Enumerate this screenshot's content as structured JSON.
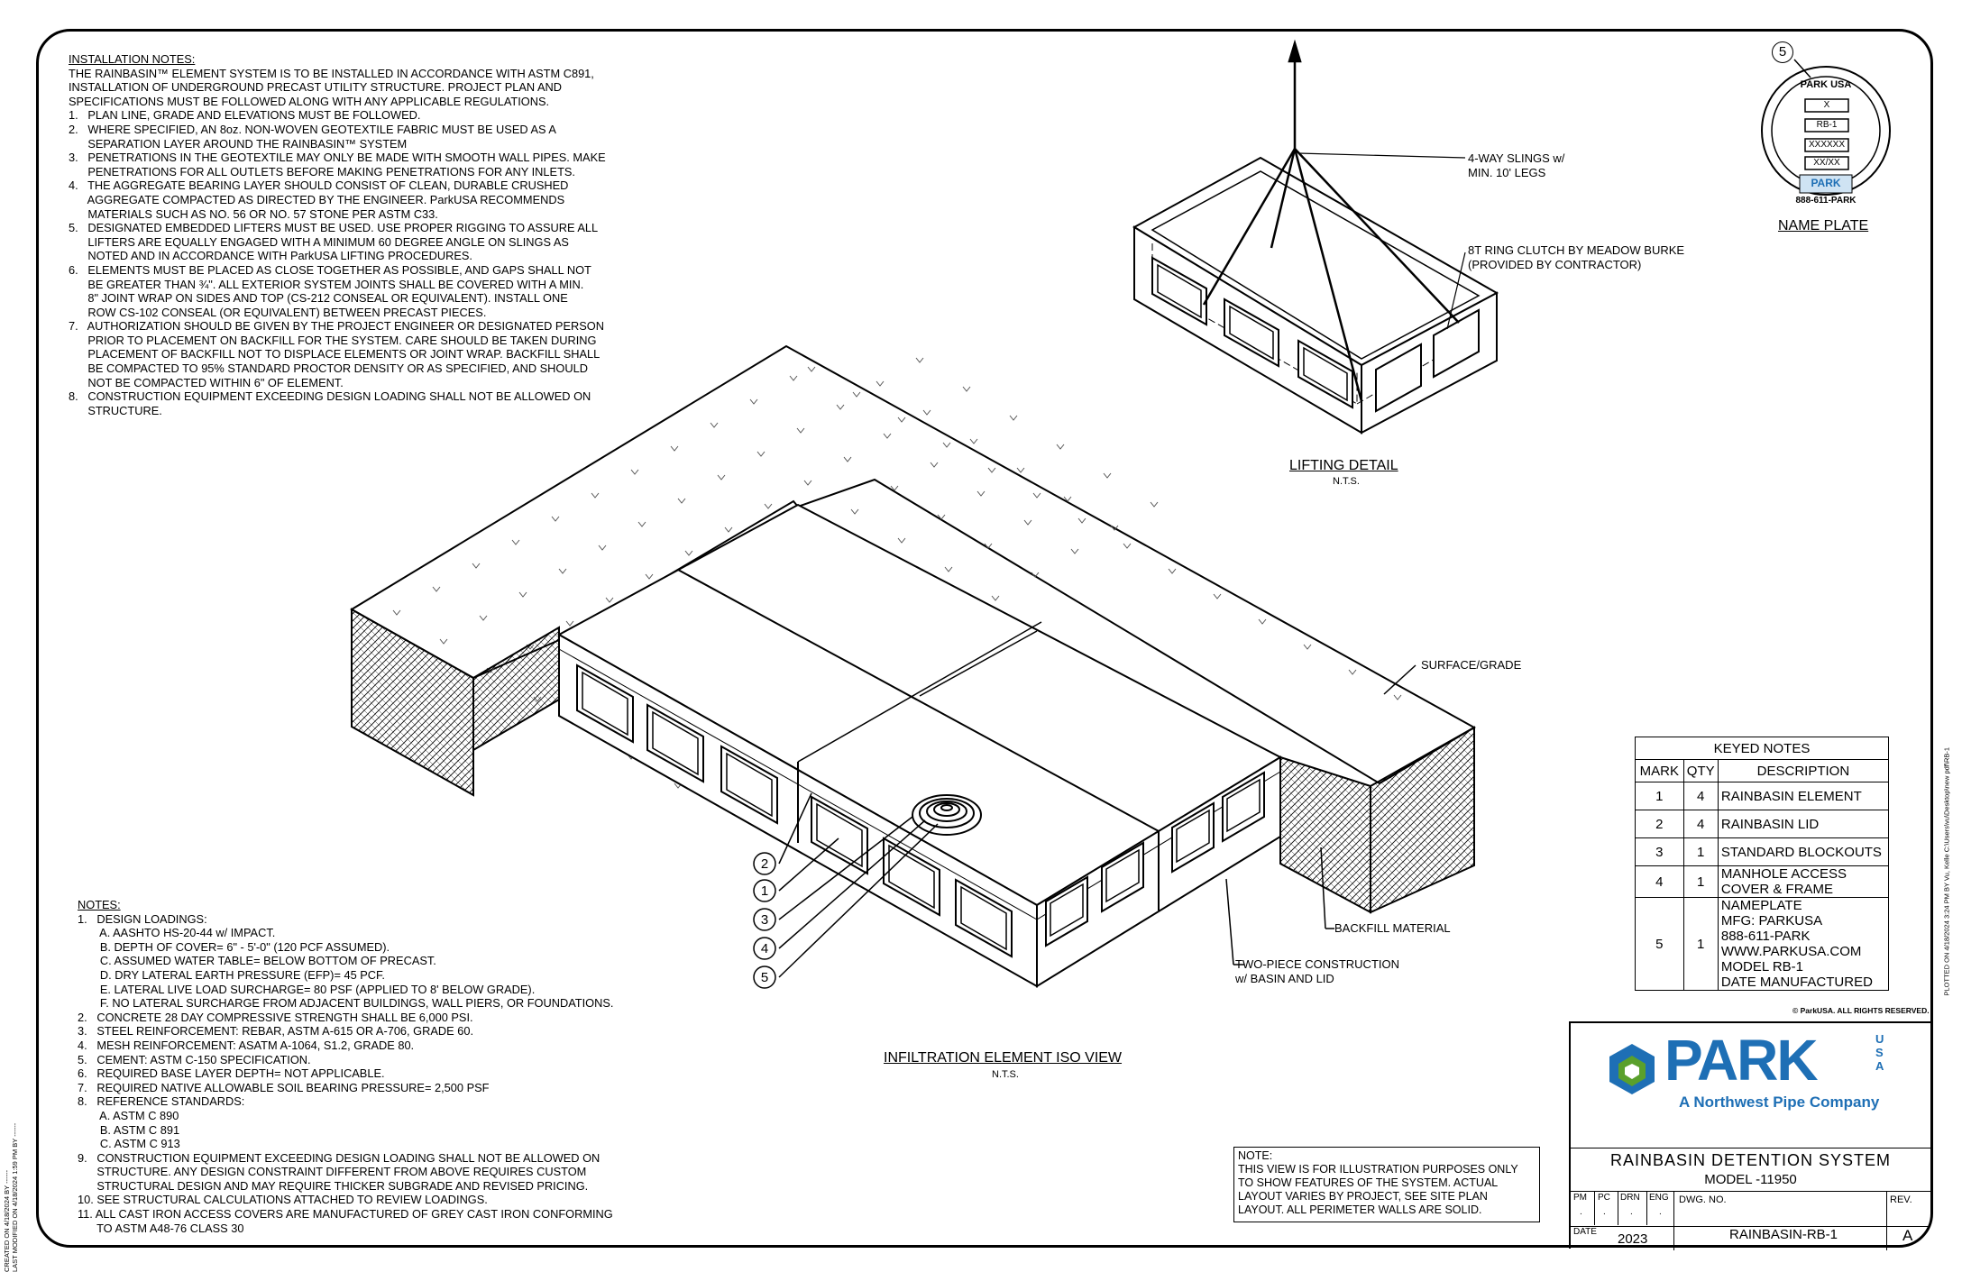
{
  "installation_notes": {
    "heading": "INSTALLATION NOTES:",
    "lines": [
      "THE RAINBASIN™ ELEMENT SYSTEM IS TO BE INSTALLED IN ACCORDANCE WITH ASTM C891,",
      "INSTALLATION OF UNDERGROUND PRECAST UTILITY STRUCTURE. PROJECT PLAN AND",
      "SPECIFICATIONS MUST BE FOLLOWED ALONG WITH ANY APPLICABLE REGULATIONS.",
      "1.   PLAN LINE, GRADE AND ELEVATIONS MUST BE FOLLOWED.",
      "2.   WHERE SPECIFIED, AN 8oz. NON-WOVEN GEOTEXTILE FABRIC MUST BE USED AS A",
      "      SEPARATION LAYER AROUND THE RAINBASIN™ SYSTEM",
      "3.   PENETRATIONS IN THE GEOTEXTILE MAY ONLY BE MADE WITH SMOOTH WALL PIPES. MAKE",
      "      PENETRATIONS FOR ALL OUTLETS BEFORE MAKING PENETRATIONS FOR ANY INLETS.",
      "4.   THE AGGREGATE BEARING LAYER SHOULD CONSIST OF CLEAN, DURABLE CRUSHED",
      "      AGGREGATE COMPACTED AS DIRECTED BY THE ENGINEER. ParkUSA RECOMMENDS",
      "      MATERIALS SUCH AS NO. 56 OR NO. 57 STONE PER ASTM C33.",
      "5.   DESIGNATED EMBEDDED LIFTERS MUST BE USED. USE PROPER RIGGING TO ASSURE ALL",
      "      LIFTERS ARE EQUALLY ENGAGED WITH A MINIMUM 60 DEGREE ANGLE ON SLINGS AS",
      "      NOTED AND IN ACCORDANCE WITH ParkUSA LIFTING PROCEDURES.",
      "6.   ELEMENTS MUST BE PLACED AS CLOSE TOGETHER AS POSSIBLE, AND GAPS SHALL NOT",
      "      BE GREATER THAN ¾\". ALL EXTERIOR SYSTEM JOINTS SHALL BE COVERED WITH A MIN.",
      "      8\" JOINT WRAP ON SIDES AND TOP (CS-212 CONSEAL OR EQUIVALENT). INSTALL ONE",
      "      ROW CS-102 CONSEAL (OR EQUIVALENT) BETWEEN PRECAST PIECES.",
      "7.   AUTHORIZATION SHOULD BE GIVEN BY THE PROJECT ENGINEER OR DESIGNATED PERSON",
      "      PRIOR TO PLACEMENT ON BACKFILL FOR THE SYSTEM. CARE SHOULD BE TAKEN DURING",
      "      PLACEMENT OF BACKFILL NOT TO DISPLACE ELEMENTS OR JOINT WRAP. BACKFILL SHALL",
      "      BE COMPACTED TO 95% STANDARD PROCTOR DENSITY OR AS SPECIFIED, AND SHOULD",
      "      NOT BE COMPACTED WITHIN 6\" OF ELEMENT.",
      "8.   CONSTRUCTION EQUIPMENT EXCEEDING DESIGN LOADING SHALL NOT BE ALLOWED ON",
      "      STRUCTURE."
    ]
  },
  "design_notes": {
    "heading": "NOTES:",
    "lines": [
      "1.   DESIGN LOADINGS:",
      "       A. AASHTO HS-20-44 w/ IMPACT.",
      "       B. DEPTH OF COVER= 6\" - 5'-0\" (120 PCF ASSUMED).",
      "       C. ASSUMED WATER TABLE= BELOW BOTTOM OF PRECAST.",
      "       D. DRY LATERAL EARTH PRESSURE (EFP)= 45 PCF.",
      "       E. LATERAL LIVE LOAD SURCHARGE= 80 PSF (APPLIED TO 8' BELOW GRADE).",
      "       F. NO LATERAL SURCHARGE FROM ADJACENT BUILDINGS, WALL PIERS, OR FOUNDATIONS.",
      "2.   CONCRETE 28 DAY COMPRESSIVE STRENGTH SHALL BE 6,000 PSI.",
      "3.   STEEL REINFORCEMENT: REBAR, ASTM A-615 OR A-706, GRADE 60.",
      "4.   MESH REINFORCEMENT: ASATM A-1064, S1.2, GRADE 80.",
      "5.   CEMENT: ASTM C-150 SPECIFICATION.",
      "6.   REQUIRED BASE LAYER DEPTH= NOT APPLICABLE.",
      "7.   REQUIRED NATIVE ALLOWABLE SOIL BEARING PRESSURE= 2,500 PSF",
      "8.   REFERENCE STANDARDS:",
      "       A. ASTM C 890",
      "       B. ASTM C 891",
      "       C. ASTM C 913",
      "9.   CONSTRUCTION EQUIPMENT EXCEEDING DESIGN LOADING SHALL NOT BE ALLOWED ON",
      "      STRUCTURE. ANY DESIGN CONSTRAINT DIFFERENT FROM ABOVE REQUIRES CUSTOM",
      "      STRUCTURAL DESIGN AND MAY REQUIRE THICKER SUBGRADE AND REVISED PRICING.",
      "10. SEE STRUCTURAL CALCULATIONS ATTACHED TO REVIEW LOADINGS.",
      "11. ALL CAST IRON ACCESS COVERS ARE MANUFACTURED OF GREY CAST IRON CONFORMING",
      "      TO ASTM A48-76 CLASS 30"
    ]
  },
  "lifting_detail": {
    "slings_label": "4-WAY SLINGS w/\nMIN. 10' LEGS",
    "clutch_label": "8T RING CLUTCH BY MEADOW BURKE\n(PROVIDED BY CONTRACTOR)",
    "title": "LIFTING DETAIL",
    "scale": "N.T.S."
  },
  "iso_view": {
    "surface_label": "SURFACE/GRADE",
    "backfill_label": "BACKFILL MATERIAL",
    "two_piece_label": "TWO-PIECE CONSTRUCTION\nw/ BASIN AND LID",
    "title": "INFILTRATION ELEMENT ISO VIEW",
    "scale": "N.T.S.",
    "callouts": [
      "2",
      "1",
      "3",
      "4",
      "5"
    ]
  },
  "name_plate": {
    "callout": "5",
    "brand": "PARK USA",
    "fields": [
      "X",
      "RB-1",
      "XXXXXX",
      "XX/XX"
    ],
    "phone": "888-611-PARK",
    "logo_text": "PARK",
    "title": "NAME PLATE"
  },
  "keyed_notes": {
    "title": "KEYED NOTES",
    "headers": [
      "MARK",
      "QTY",
      "DESCRIPTION"
    ],
    "rows": [
      {
        "mark": "1",
        "qty": "4",
        "desc": "RAINBASIN ELEMENT"
      },
      {
        "mark": "2",
        "qty": "4",
        "desc": "RAINBASIN LID"
      },
      {
        "mark": "3",
        "qty": "1",
        "desc": "STANDARD BLOCKOUTS"
      },
      {
        "mark": "4",
        "qty": "1",
        "desc": "MANHOLE ACCESS\nCOVER & FRAME"
      },
      {
        "mark": "5",
        "qty": "1",
        "desc": "NAMEPLATE\nMFG: PARKUSA\n888-611-PARK\nWWW.PARKUSA.COM\nMODEL RB-1\nDATE MANUFACTURED"
      }
    ]
  },
  "copyright": "© ParkUSA. ALL RIGHTS RESERVED.",
  "illustration_note": "NOTE:\nTHIS VIEW IS FOR ILLUSTRATION PURPOSES ONLY\nTO SHOW FEATURES OF THE SYSTEM. ACTUAL\nLAYOUT VARIES BY PROJECT, SEE SITE PLAN\nLAYOUT. ALL PERIMETER WALLS ARE SOLID.",
  "title_block": {
    "logo_word": "PARK",
    "logo_usa": "USA",
    "logo_tagline": "A Northwest Pipe Company",
    "project_title": "RAINBASIN DETENTION SYSTEM",
    "model": "MODEL -11950",
    "cols": [
      "PM",
      "PC",
      "DRN",
      "ENG"
    ],
    "col_values": [
      ".",
      ".",
      ".",
      "."
    ],
    "dwg_no_label": "DWG. NO.",
    "dwg_no": "RAINBASIN-RB-1",
    "rev_label": "REV.",
    "rev": "A",
    "date_label": "DATE",
    "date": "2023"
  },
  "side_stamps": {
    "left": "CREATED ON 4/18/2024 BY ------\nLAST MODIFIED ON 4/18/2024 1:59 PM BY ------",
    "right": "PLOTTED ON 4/18/2024 3:24 PM BY Vu, Kelle C:\\Users\\vu\\Desktop\\new pdf\\RB-1"
  },
  "colors": {
    "line": "#000000",
    "logo_blue": "#1e6fb5",
    "logo_green": "#5aa02c"
  }
}
